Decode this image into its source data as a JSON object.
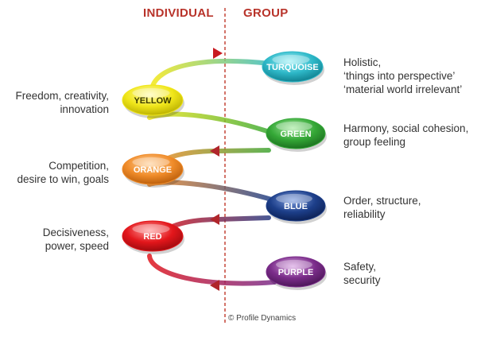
{
  "headers": {
    "individual": "INDIVIDUAL",
    "group": "GROUP"
  },
  "levels": [
    {
      "id": "turquoise",
      "label": "TURQUOISE",
      "side": "group",
      "color": "#2eb8c8",
      "description": [
        "Holistic,",
        "‘things into perspective’",
        "‘material world irrelevant’"
      ]
    },
    {
      "id": "yellow",
      "label": "YELLOW",
      "side": "individual",
      "color": "#f0e61a",
      "description": [
        "Freedom, creativity,",
        "innovation"
      ]
    },
    {
      "id": "green",
      "label": "GREEN",
      "side": "group",
      "color": "#35a837",
      "description": [
        "Harmony, social cohesion,",
        "group feeling"
      ]
    },
    {
      "id": "orange",
      "label": "ORANGE",
      "side": "individual",
      "color": "#f08c2a",
      "description": [
        "Competition,",
        "desire to win, goals"
      ]
    },
    {
      "id": "blue",
      "label": "BLUE",
      "side": "group",
      "color": "#1d3f8a",
      "description": [
        "Order, structure,",
        "reliability"
      ]
    },
    {
      "id": "red",
      "label": "RED",
      "side": "individual",
      "color": "#e3161b",
      "description": [
        "Decisiveness,",
        "power, speed"
      ]
    },
    {
      "id": "purple",
      "label": "PURPLE",
      "side": "group",
      "color": "#7b2d8a",
      "description": [
        "Safety,",
        "security"
      ]
    }
  ],
  "copyright": "© Profile Dynamics"
}
